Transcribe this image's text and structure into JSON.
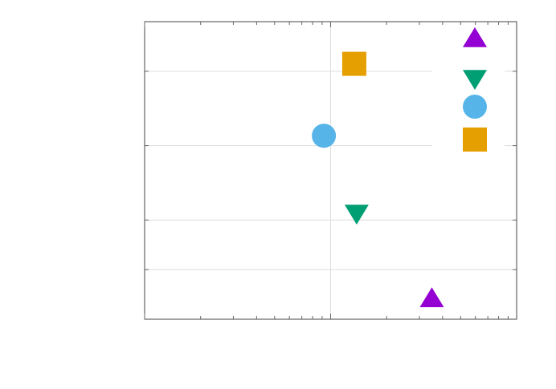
{
  "chart_data": {
    "type": "scatter",
    "title": "",
    "xlabel": "",
    "ylabel": "",
    "xscale": "log",
    "xlim": [
      1,
      100
    ],
    "ylim": [
      0,
      6
    ],
    "x_major_ticks": [
      10
    ],
    "y_ticks": [
      1,
      2,
      3.5,
      5
    ],
    "tick_labels_shown": false,
    "grid": true,
    "legend": "top-right",
    "series": [
      {
        "marker": "triangle-up",
        "color": "#9400d3",
        "points": [
          {
            "x": 35,
            "y": 0.4
          }
        ]
      },
      {
        "marker": "triangle-down",
        "color": "#009e73",
        "points": [
          {
            "x": 13.8,
            "y": 2.15
          }
        ]
      },
      {
        "marker": "circle",
        "color": "#56b4e9",
        "points": [
          {
            "x": 9.2,
            "y": 3.7
          }
        ]
      },
      {
        "marker": "square",
        "color": "#e69f00",
        "points": [
          {
            "x": 13.4,
            "y": 5.15
          }
        ]
      }
    ]
  }
}
